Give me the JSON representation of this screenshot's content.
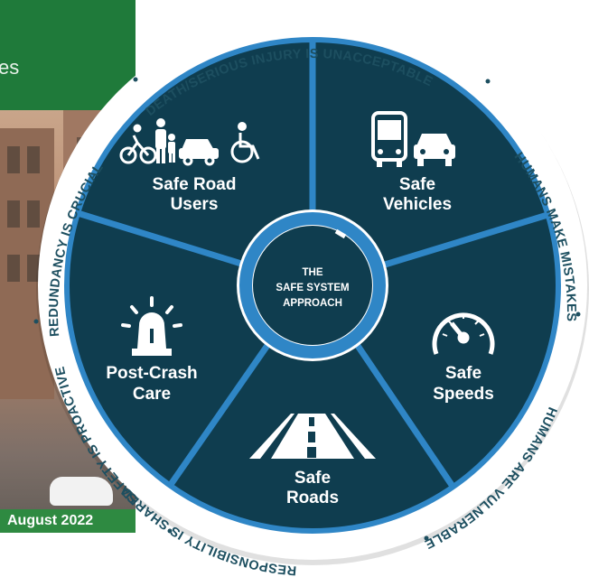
{
  "background_document": {
    "partial_text": "es",
    "date_badge": "August 2022"
  },
  "diagram": {
    "center": {
      "line1": "THE",
      "line2": "SAFE SYSTEM",
      "line3": "APPROACH"
    },
    "segments": [
      {
        "line1": "Safe Road",
        "line2": "Users",
        "icon": "road-users-icon"
      },
      {
        "line1": "Safe",
        "line2": "Vehicles",
        "icon": "bus-and-car-icon"
      },
      {
        "line1": "Safe",
        "line2": "Speeds",
        "icon": "speedometer-icon"
      },
      {
        "line1": "Safe",
        "line2": "Roads",
        "icon": "road-icon"
      },
      {
        "line1": "Post-Crash",
        "line2": "Care",
        "icon": "emergency-light-icon"
      }
    ],
    "principles": [
      "DEATH/SERIOUS INJURY IS UNACCEPTABLE",
      "HUMANS MAKE MISTAKES",
      "HUMANS ARE VULNERABLE",
      "RESPONSIBILITY IS SHARED",
      "SAFETY IS PROACTIVE",
      "REDUNDANCY IS CRUCIAL"
    ],
    "colors": {
      "segment_fill": "#0f3d4f",
      "divider_blue": "#2f86c6",
      "ring_text": "#1d4f60",
      "outer_ring": "#ffffff"
    }
  }
}
